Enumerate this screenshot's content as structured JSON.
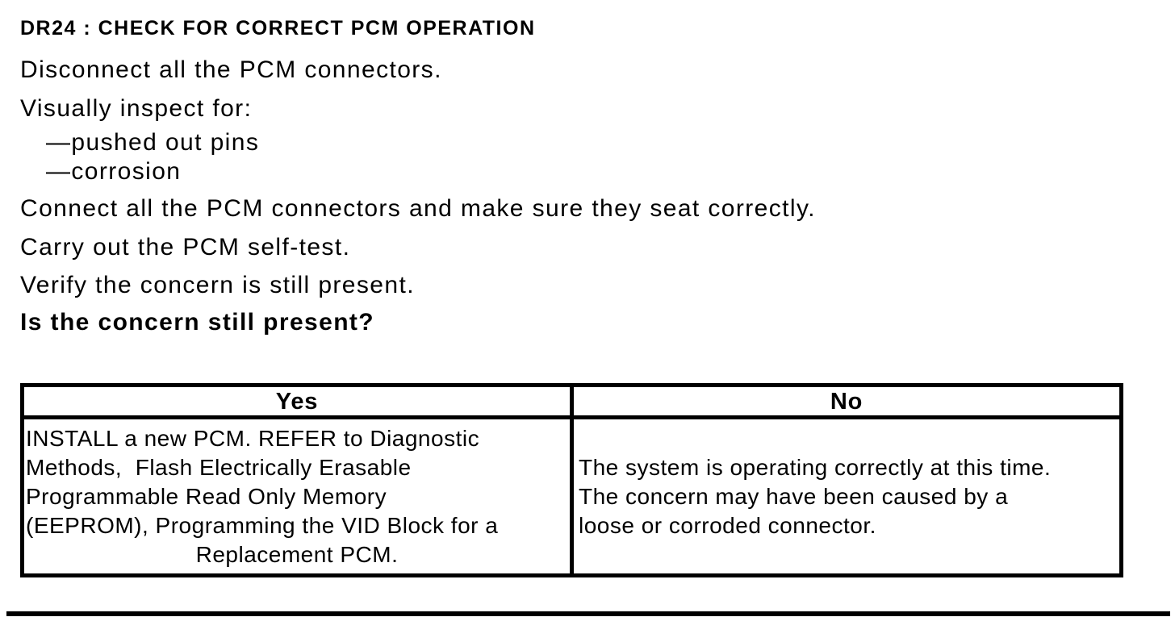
{
  "page": {
    "heading": "DR24 : CHECK FOR CORRECT PCM OPERATION",
    "steps": [
      "Disconnect all the PCM connectors.",
      "Visually inspect for:",
      "—pushed out pins",
      "—corrosion",
      "Connect all the PCM connectors and make sure they seat correctly.",
      "Carry out the PCM self-test.",
      "Verify the concern is still present."
    ],
    "question": "Is the concern still present?"
  },
  "decision_table": {
    "headers": [
      "Yes",
      "No"
    ],
    "yes": {
      "lines": [
        "INSTALL a new PCM. REFER to Diagnostic",
        "Methods,  Flash Electrically Erasable",
        "Programmable Read Only Memory",
        "(EEPROM), Programming the VID Block for a",
        "Replacement PCM."
      ]
    },
    "no": {
      "lines": [
        "The system is operating correctly at this time.",
        "The concern may have been caused by a",
        "loose or corroded connector."
      ]
    }
  }
}
